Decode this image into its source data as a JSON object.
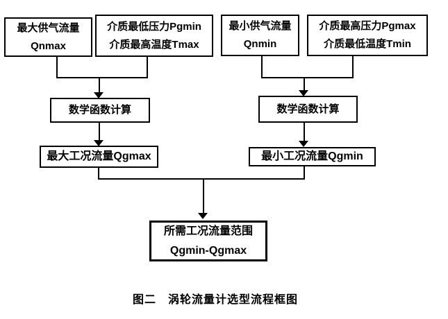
{
  "page": {
    "background": "#ffffff",
    "line_color": "#000000",
    "text_color": "#000000"
  },
  "nodes": {
    "qnmax": {
      "line1": "最大供气流量",
      "line2": "Qnmax"
    },
    "pgmin_tmax": {
      "line1": "介质最低压力Pgmin",
      "line2": "介质最高温度Tmax"
    },
    "qnmin": {
      "line1": "最小供气流量",
      "line2": "Qnmin"
    },
    "pgmax_tmin": {
      "line1": "介质最高压力Pgmax",
      "line2": "介质最低温度Tmin"
    },
    "math_left": {
      "label": "数学函数计算"
    },
    "math_right": {
      "label": "数学函数计算"
    },
    "qgmax": {
      "label": "最大工况流量Qgmax"
    },
    "qgmin": {
      "label": "最小工况流量Qgmin"
    },
    "result": {
      "line1": "所需工况流量范围",
      "line2": "Qgmin-Qgmax"
    }
  },
  "caption": {
    "text": "图二　涡轮流量计选型流程框图"
  }
}
